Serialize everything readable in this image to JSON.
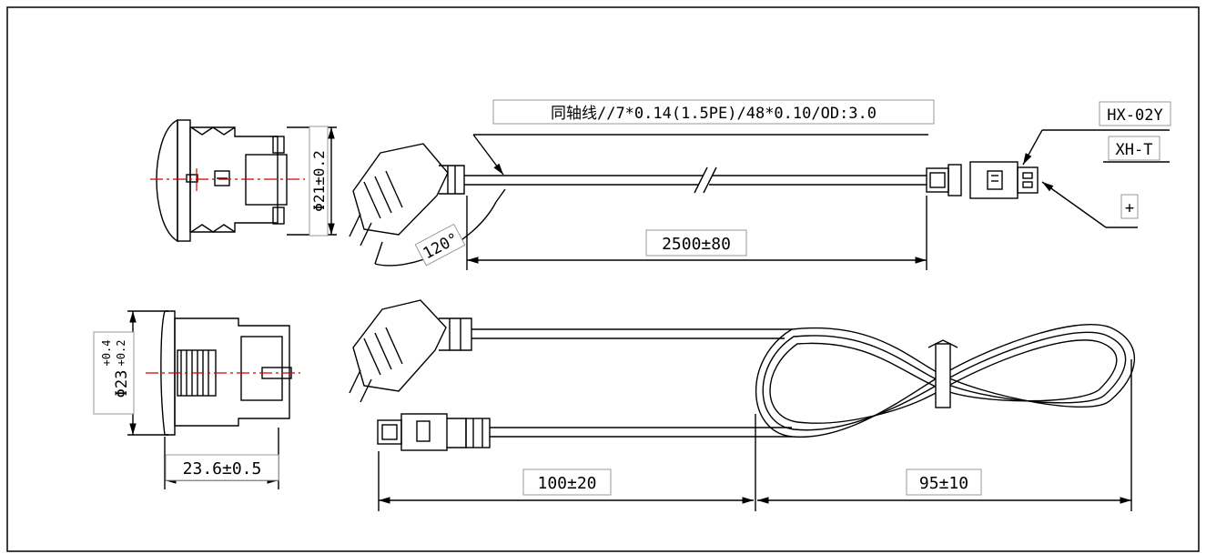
{
  "drawing": {
    "cable_spec": "同轴线//7*0.14(1.5PE)/48*0.10/OD:3.0",
    "connector_model": "HX-02Y",
    "connector_type": "XH-T",
    "polarity": "+",
    "angle": "120°",
    "cable_length": "2500±80",
    "diameter_front": "Φ21±0.2",
    "diameter_side_base": "Φ23",
    "diameter_side_tol_upper": "+0.4",
    "diameter_side_tol_lower": "+0.2",
    "depth": "23.6±0.5",
    "lead_length": "100±20",
    "coil_length": "95±10"
  },
  "colors": {
    "line": "#000000",
    "center_line": "#d40000",
    "label_border": "#999999"
  }
}
